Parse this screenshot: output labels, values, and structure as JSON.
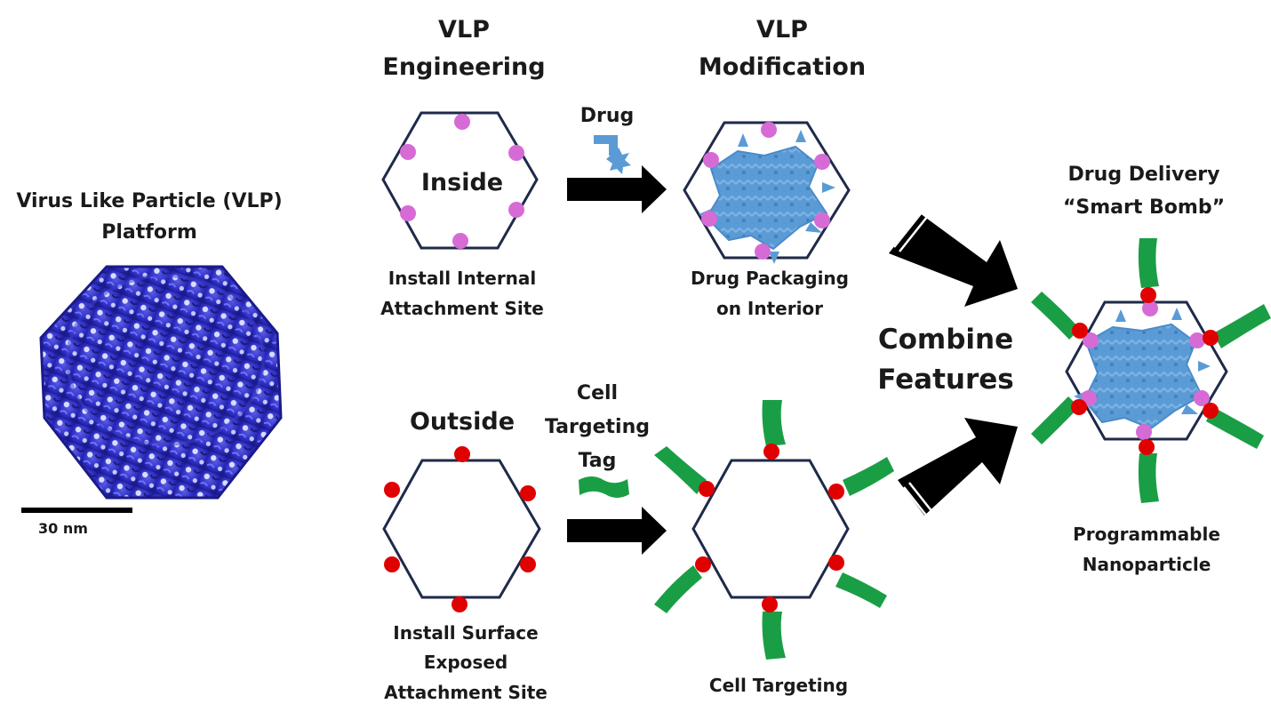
{
  "colors": {
    "internal_site": "#d66bd6",
    "surface_site": "#e00000",
    "drug": "#5b9bd5",
    "tag": "#1a9e45",
    "capsid": "#3333cc",
    "hexagon": "#1f2a4a",
    "arrow": "#000000"
  },
  "platform": {
    "title_line1": "Virus Like Particle (VLP)",
    "title_line2": "Platform",
    "scale_bar": "30 nm"
  },
  "columns": {
    "engineering": {
      "line1": "VLP",
      "line2": "Engineering"
    },
    "modification": {
      "line1": "VLP",
      "line2": "Modification"
    }
  },
  "inside": {
    "label": "Inside",
    "caption_line1": "Install Internal",
    "caption_line2": "Attachment Site",
    "reagent": "Drug",
    "result_line1": "Drug Packaging",
    "result_line2": "on Interior"
  },
  "outside": {
    "label": "Outside",
    "caption_line1": "Install Surface",
    "caption_line2": "Exposed",
    "caption_line3": "Attachment Site",
    "reagent_line1": "Cell",
    "reagent_line2": "Targeting",
    "reagent_line3": "Tag",
    "result": "Cell Targeting"
  },
  "combine": {
    "line1": "Combine",
    "line2": "Features"
  },
  "final": {
    "title_line1": "Drug Delivery",
    "title_line2": "“Smart Bomb”",
    "caption_line1": "Programmable",
    "caption_line2": "Nanoparticle"
  }
}
